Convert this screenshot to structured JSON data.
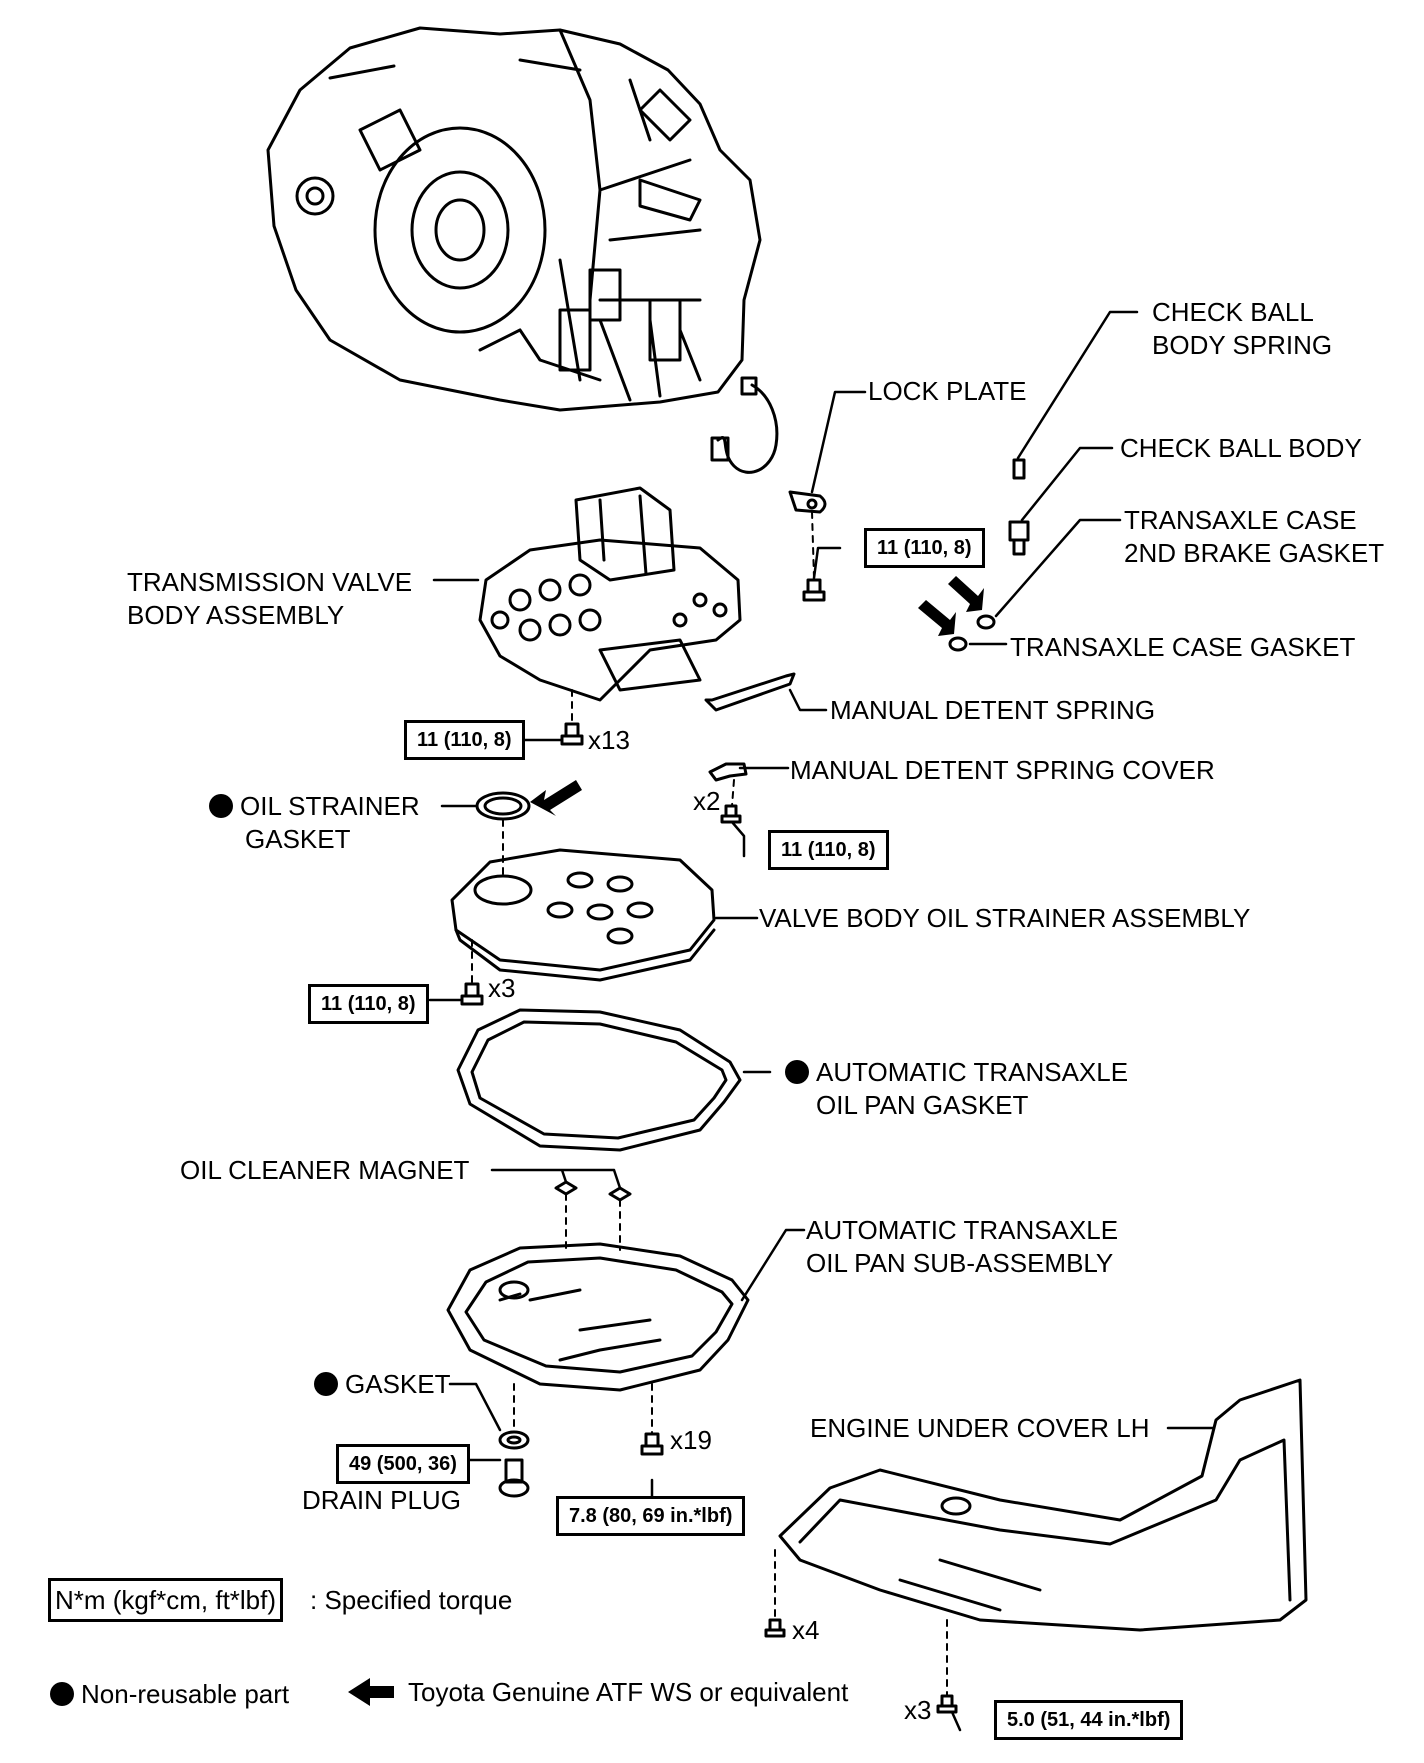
{
  "labels": {
    "check_ball_body_spring_1": "CHECK BALL",
    "check_ball_body_spring_2": "BODY SPRING",
    "lock_plate": "LOCK PLATE",
    "check_ball_body": "CHECK BALL BODY",
    "transaxle_case_2nd_brake_gasket_1": "TRANSAXLE CASE",
    "transaxle_case_2nd_brake_gasket_2": "2ND BRAKE GASKET",
    "transaxle_case_gasket": "TRANSAXLE CASE GASKET",
    "transmission_valve_body_1": "TRANSMISSION VALVE",
    "transmission_valve_body_2": "BODY ASSEMBLY",
    "manual_detent_spring": "MANUAL DETENT SPRING",
    "manual_detent_spring_cover": "MANUAL DETENT SPRING COVER",
    "oil_strainer_gasket_1": "OIL STRAINER",
    "oil_strainer_gasket_2": "GASKET",
    "valve_body_oil_strainer": "VALVE BODY OIL STRAINER ASSEMBLY",
    "oil_pan_gasket_1": "AUTOMATIC TRANSAXLE",
    "oil_pan_gasket_2": "OIL PAN GASKET",
    "oil_cleaner_magnet": "OIL CLEANER MAGNET",
    "oil_pan_sub_1": "AUTOMATIC TRANSAXLE",
    "oil_pan_sub_2": "OIL PAN SUB-ASSEMBLY",
    "gasket": "GASKET",
    "drain_plug": "DRAIN PLUG",
    "engine_under_cover": "ENGINE UNDER COVER LH"
  },
  "torque": {
    "lock_plate": "11 (110, 8)",
    "valve_body": "11 (110, 8)",
    "detent_cover": "11 (110, 8)",
    "strainer": "11 (110, 8)",
    "drain_plug": "49 (500, 36)",
    "oil_pan": "7.8 (80, 69 in.*lbf)",
    "under_cover": "5.0 (51, 44 in.*lbf)"
  },
  "quantities": {
    "valve_body": "x13",
    "detent_cover": "x2",
    "strainer": "x3",
    "oil_pan": "x19",
    "under_cover_a": "x4",
    "under_cover_b": "x3"
  },
  "legend": {
    "torque_box": "N*m (kgf*cm, ft*lbf)",
    "torque_text": ": Specified torque",
    "non_reusable": "Non-reusable part",
    "atf": "Toyota Genuine ATF WS or equivalent"
  }
}
